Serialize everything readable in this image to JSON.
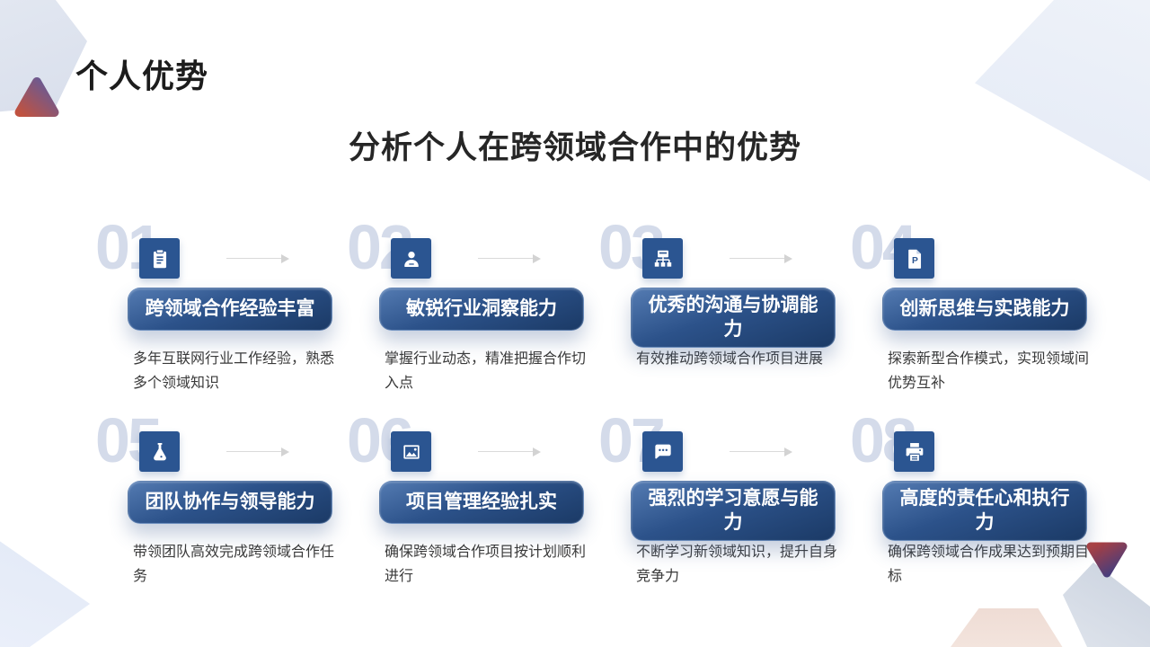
{
  "slide": {
    "title": "个人优势",
    "subtitle": "分析个人在跨领域合作中的优势"
  },
  "colors": {
    "badge_blue": "#2b5591",
    "button_gradient_start": "#547bb2",
    "button_gradient_end": "#1b3a66",
    "number_color": "#d4dbea",
    "arrow_gray": "#d9d9d9",
    "triangle_red": "#bf5040",
    "triangle_purple": "#5d5ba0"
  },
  "items": [
    {
      "number": "01",
      "icon": "clipboard-icon",
      "title": "跨领域合作经验丰富",
      "description": "多年互联网行业工作经验，熟悉多个领域知识"
    },
    {
      "number": "02",
      "icon": "user-icon",
      "title": "敏锐行业洞察能力",
      "description": "掌握行业动态，精准把握合作切入点"
    },
    {
      "number": "03",
      "icon": "org-chart-icon",
      "title": "优秀的沟通与协调能力",
      "description": "有效推动跨领域合作项目进展"
    },
    {
      "number": "04",
      "icon": "document-p-icon",
      "title": "创新思维与实践能力",
      "description": "探索新型合作模式，实现领域间优势互补"
    },
    {
      "number": "05",
      "icon": "flask-icon",
      "title": "团队协作与领导能力",
      "description": "带领团队高效完成跨领域合作任务"
    },
    {
      "number": "06",
      "icon": "image-icon",
      "title": "项目管理经验扎实",
      "description": "确保跨领域合作项目按计划顺利进行"
    },
    {
      "number": "07",
      "icon": "comment-icon",
      "title": "强烈的学习意愿与能力",
      "description": "不断学习新领域知识，提升自身竞争力"
    },
    {
      "number": "08",
      "icon": "printer-icon",
      "title": "高度的责任心和执行力",
      "description": "确保跨领域合作成果达到预期目标"
    }
  ]
}
